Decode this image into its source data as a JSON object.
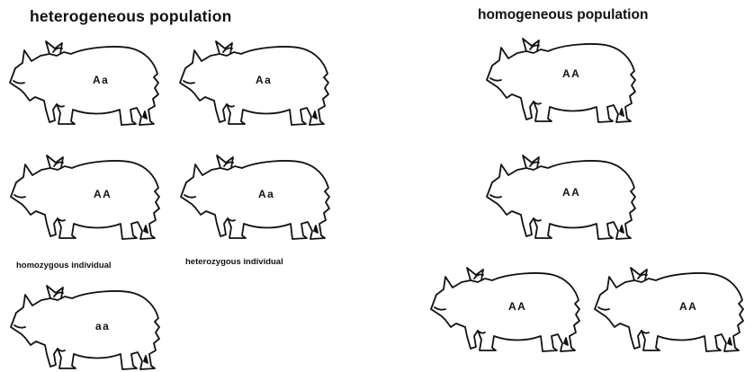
{
  "titles": {
    "left": "heterogeneous population",
    "right": "homogeneous population"
  },
  "captions": {
    "homozygous": "homozygous individual",
    "heterozygous": "heterozygous individual"
  },
  "rhinos": [
    {
      "genotype": "Aa"
    },
    {
      "genotype": "Aa"
    },
    {
      "genotype": "AA"
    },
    {
      "genotype": "Aa"
    },
    {
      "genotype": "aa"
    },
    {
      "genotype": "AA"
    },
    {
      "genotype": "AA"
    },
    {
      "genotype": "AA"
    },
    {
      "genotype": "AA"
    }
  ]
}
